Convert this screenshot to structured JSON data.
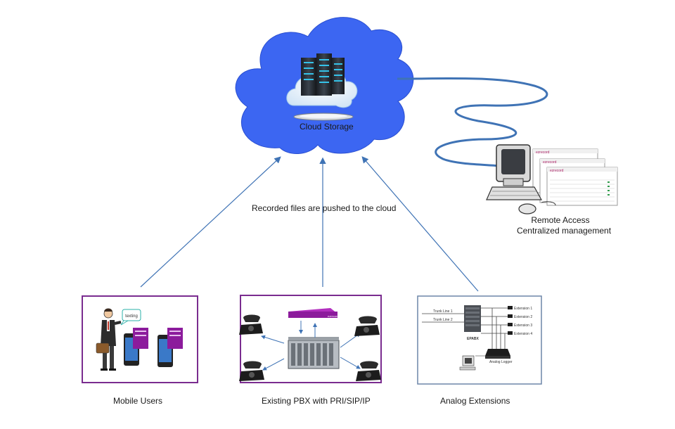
{
  "cloud": {
    "label": "Cloud Storage"
  },
  "center_caption": "Recorded files are pushed to the cloud",
  "remote": {
    "line1": "Remote Access",
    "line2": "Centralized  management"
  },
  "mobile": {
    "caption": "Mobile Users",
    "bubble": "texting"
  },
  "pbx": {
    "caption": "Existing PBX with PRI/SIP/IP"
  },
  "analog": {
    "caption": "Analog Extensions",
    "trunk1": "Trunk Line 1",
    "trunk2": "Trunk Line 2",
    "ext1": "Extension 1",
    "ext2": "Extension 2",
    "ext3": "Extension 3",
    "ext4": "Extension 4",
    "epabx": "EPABX",
    "logger": "Analog Logger"
  },
  "colors": {
    "cloud_fill": "#3c66f2",
    "connector": "#3f73b5",
    "frame_purple": "#7a2c8f",
    "frame_blue": "#6d86a8",
    "phone_fill": "#8c1b9c"
  }
}
